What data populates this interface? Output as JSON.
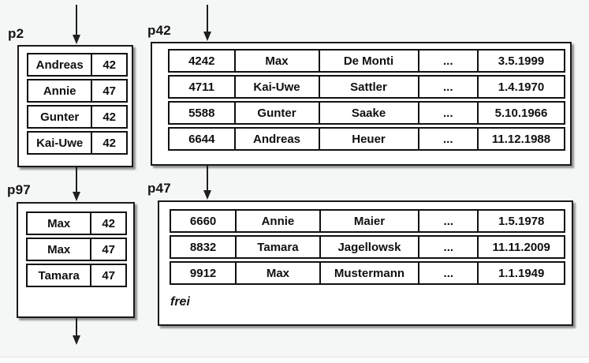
{
  "pages": [
    {
      "label": "p2",
      "rows": [
        [
          "Andreas",
          "42"
        ],
        [
          "Annie",
          "47"
        ],
        [
          "Gunter",
          "42"
        ],
        [
          "Kai-Uwe",
          "42"
        ]
      ]
    },
    {
      "label": "p42",
      "rows": [
        [
          "4242",
          "Max",
          "De Monti",
          "...",
          "3.5.1999"
        ],
        [
          "4711",
          "Kai-Uwe",
          "Sattler",
          "...",
          "1.4.1970"
        ],
        [
          "5588",
          "Gunter",
          "Saake",
          "...",
          "5.10.1966"
        ],
        [
          "6644",
          "Andreas",
          "Heuer",
          "...",
          "11.12.1988"
        ]
      ]
    },
    {
      "label": "p97",
      "rows": [
        [
          "Max",
          "42"
        ],
        [
          "Max",
          "47"
        ],
        [
          "Tamara",
          "47"
        ]
      ]
    },
    {
      "label": "p47",
      "rows": [
        [
          "6660",
          "Annie",
          "Maier",
          "...",
          "1.5.1978"
        ],
        [
          "8832",
          "Tamara",
          "Jagellowsk",
          "...",
          "11.11.2009"
        ],
        [
          "9912",
          "Max",
          "Mustermann",
          "...",
          "1.1.1949"
        ]
      ],
      "free_label": "frei"
    }
  ],
  "colors": {
    "page_background": "#f5f6f6",
    "box_background": "#ffffff",
    "border": "#111111",
    "text": "#101010"
  }
}
